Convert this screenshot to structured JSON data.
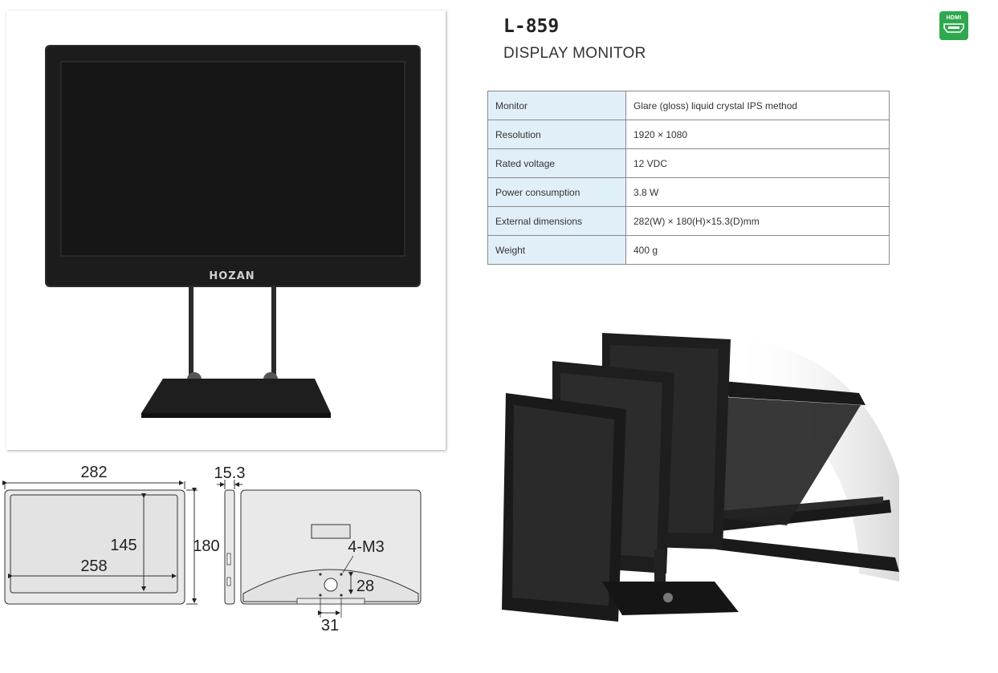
{
  "product": {
    "model": "L-859",
    "name": "DISPLAY MONITOR",
    "logo_text": "HOZAN",
    "badge_icon": "hdmi-icon",
    "badge_text": "HDMI"
  },
  "specs": [
    {
      "label": "Monitor",
      "value": "Glare (gloss) liquid crystal IPS method"
    },
    {
      "label": "Resolution",
      "value": "1920 × 1080"
    },
    {
      "label": "Rated voltage",
      "value": "12 VDC"
    },
    {
      "label": "Power consumption",
      "value": "3.8 W"
    },
    {
      "label": "External dimensions",
      "value": "282(W) × 180(H)×15.3(D)mm"
    },
    {
      "label": "Weight",
      "value": "400 g"
    }
  ],
  "dimensions": {
    "width": "282",
    "depth": "15.3",
    "screen_height": "145",
    "height": "180",
    "screen_width": "258",
    "mount_screws": "4-M3",
    "mount_vertical": "28",
    "mount_horizontal": "31"
  },
  "colors": {
    "badge_green": "#2fa84f",
    "label_cell_bg": "#e1eff9"
  }
}
